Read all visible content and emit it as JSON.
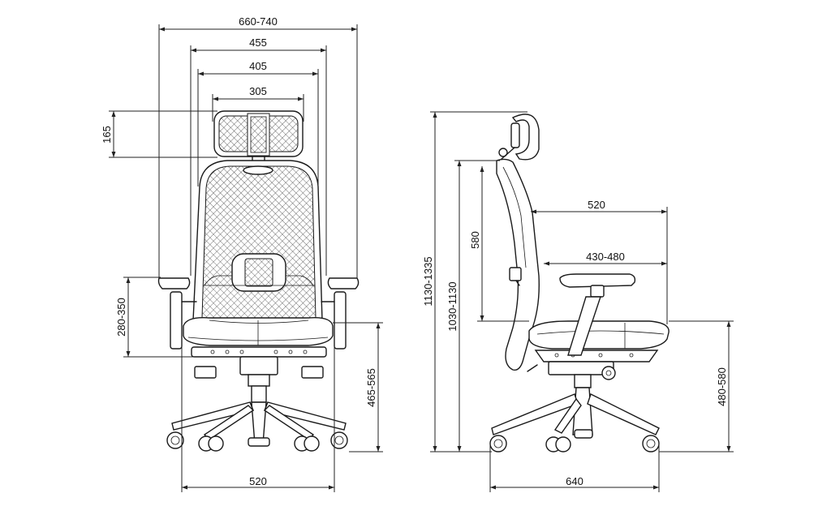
{
  "front_view": {
    "dimensions": {
      "overall_width": "660-740",
      "backrest_width": "455",
      "backrest_inner_width": "405",
      "headrest_width": "305",
      "headrest_height": "165",
      "armrest_height": "280-350",
      "seat_height": "465-565",
      "base_width": "520"
    }
  },
  "side_view": {
    "dimensions": {
      "overall_height": "1130-1335",
      "back_height": "1030-1130",
      "backrest_height": "580",
      "seat_depth": "520",
      "armrest_depth": "430-480",
      "seat_height": "480-580",
      "base_depth": "640"
    }
  },
  "colors": {
    "line": "#1a1a1a",
    "background": "#ffffff"
  }
}
